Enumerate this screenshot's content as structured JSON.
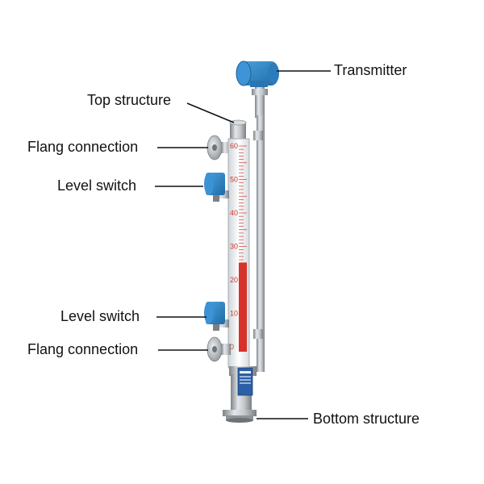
{
  "labels": {
    "transmitter": "Transmitter",
    "top_structure": "Top structure",
    "flange_top": "Flang connection",
    "level_switch_top": "Level switch",
    "level_switch_bottom": "Level switch",
    "flange_bottom": "Flang connection",
    "bottom_structure": "Bottom structure"
  },
  "scale": {
    "ticks": [
      "60",
      "50",
      "40",
      "30",
      "20",
      "10",
      "0"
    ],
    "level_fraction": 0.42
  },
  "colors": {
    "accent_blue": "#2f86c9",
    "level_red": "#d8312a",
    "steel": "#a9aeb3",
    "leader": "#111111"
  }
}
